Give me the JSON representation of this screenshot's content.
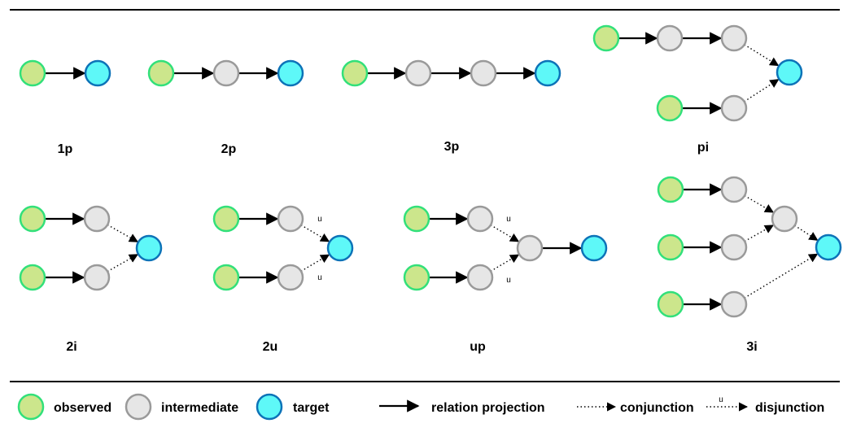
{
  "query_types": [
    {
      "id": "1p",
      "label": "1p"
    },
    {
      "id": "2p",
      "label": "2p"
    },
    {
      "id": "3p",
      "label": "3p"
    },
    {
      "id": "pi",
      "label": "pi"
    },
    {
      "id": "2i",
      "label": "2i"
    },
    {
      "id": "2u",
      "label": "2u"
    },
    {
      "id": "up",
      "label": "up"
    },
    {
      "id": "3i",
      "label": "3i"
    }
  ],
  "union_marker": "u",
  "legend": {
    "observed": "observed",
    "intermediate": "intermediate",
    "target": "target",
    "relation_projection": "relation projection",
    "conjunction": "conjunction",
    "disjunction_marker": "u",
    "disjunction": "disjunction"
  },
  "colors": {
    "observed_fill": "#cce68c",
    "observed_stroke": "#32e07a",
    "intermediate_fill": "#e6e6e6",
    "intermediate_stroke": "#9a9a9a",
    "target_fill": "#5ef8f8",
    "target_stroke": "#0d73b8"
  }
}
